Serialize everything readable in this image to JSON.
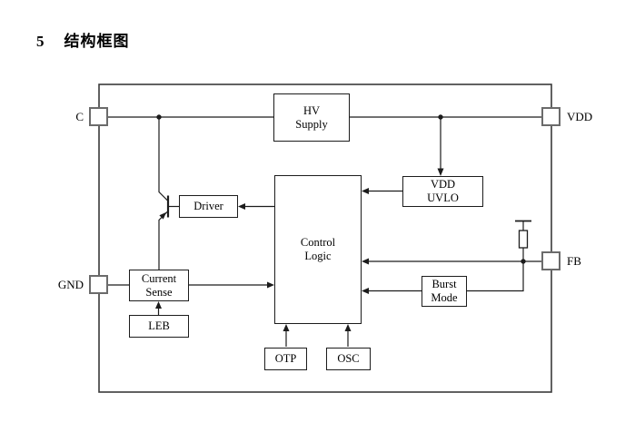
{
  "page": {
    "section_number": "5",
    "title": "结构框图",
    "background": "#ffffff"
  },
  "diagram": {
    "pins": {
      "c": {
        "label": "C"
      },
      "gnd": {
        "label": "GND"
      },
      "vdd": {
        "label": "VDD"
      },
      "fb": {
        "label": "FB"
      }
    },
    "blocks": {
      "hv_supply": {
        "line1": "HV",
        "line2": "Supply"
      },
      "vdd_uvlo": {
        "line1": "VDD",
        "line2": "UVLO"
      },
      "driver": {
        "line1": "Driver"
      },
      "control_logic": {
        "line1": "Control",
        "line2": "Logic"
      },
      "current_sense": {
        "line1": "Current",
        "line2": "Sense"
      },
      "leb": {
        "line1": "LEB"
      },
      "burst_mode": {
        "line1": "Burst",
        "line2": "Mode"
      },
      "otp": {
        "line1": "OTP"
      },
      "osc": {
        "line1": "OSC"
      }
    },
    "components": {
      "transistor": "pnp-power-transistor",
      "fb_resistor": "internal-pullup-resistor"
    },
    "colors": {
      "wire": "#1c1c1c",
      "block_border": "#1c1c1c",
      "pin_border": "#6b6b6b",
      "outer_border": "#3a3a3a",
      "text": "#000000"
    }
  }
}
